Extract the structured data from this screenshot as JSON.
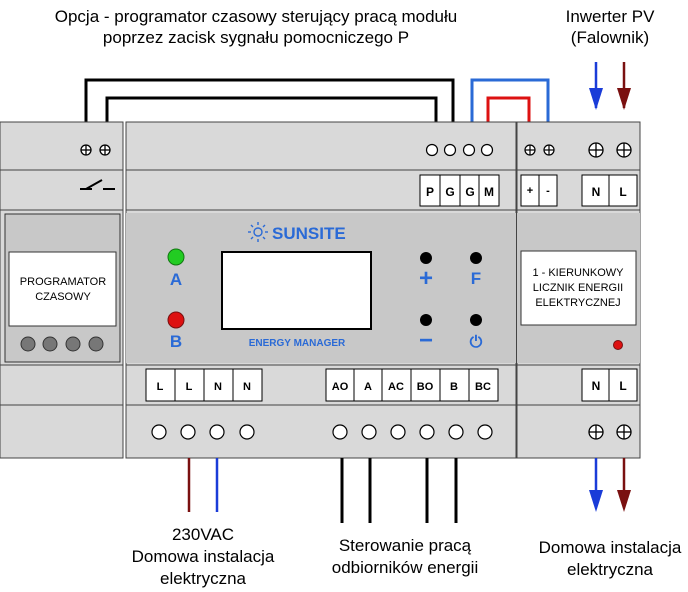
{
  "captions": {
    "top_option_line1": "Opcja - programator czasowy sterujący pracą modułu",
    "top_option_line2": "poprzez zacisk sygnału pomocniczego P",
    "inverter_line1": "Inwerter PV",
    "inverter_line2": "(Falownik)",
    "supply_line1": "230VAC",
    "supply_line2": "Domowa instalacja",
    "supply_line3": "elektryczna",
    "control_line1": "Sterowanie pracą",
    "control_line2": "odbiorników energii",
    "home_line1": "Domowa instalacja",
    "home_line2": "elektryczna"
  },
  "timer_module": {
    "label_line1": "PROGRAMATOR",
    "label_line2": "CZASOWY",
    "terminal_symbols": "⊕ ⊕"
  },
  "energy_manager": {
    "brand": "SUNSITE",
    "model": "ENERGY MANAGER",
    "led_a_label": "A",
    "led_b_label": "B",
    "btn_plus": "+",
    "btn_f": "F",
    "btn_minus": "−",
    "btn_power": "⏻",
    "top_terminals": [
      "P",
      "G",
      "G",
      "M"
    ],
    "bottom_left_terminals": [
      "L",
      "L",
      "N",
      "N"
    ],
    "bottom_right_terminals": [
      "AO",
      "A",
      "AC",
      "BO",
      "B",
      "BC"
    ]
  },
  "meter_module": {
    "label_line1": "1 - KIERUNKOWY",
    "label_line2": "LICZNIK ENERGII",
    "label_line3": "ELEKTRYCZNEJ",
    "top_small_terminals": [
      "+",
      "-"
    ],
    "top_terminals": [
      "N",
      "L"
    ],
    "bottom_terminals": [
      "N",
      "L"
    ],
    "top_symbols": "⊕ ⊕",
    "big_symbols": "⊕ ⊕"
  },
  "colors": {
    "led_a": "#22cc22",
    "led_b": "#dd1111",
    "brand_blue": "#2a6ad6",
    "wire_blue": "#1a3cd8",
    "wire_brown": "#7a1010",
    "wire_red": "#dd1111",
    "wire_light_blue": "#2a6ad6",
    "panel_grey": "#d9d9d9",
    "face_grey": "#c8c8c8"
  }
}
